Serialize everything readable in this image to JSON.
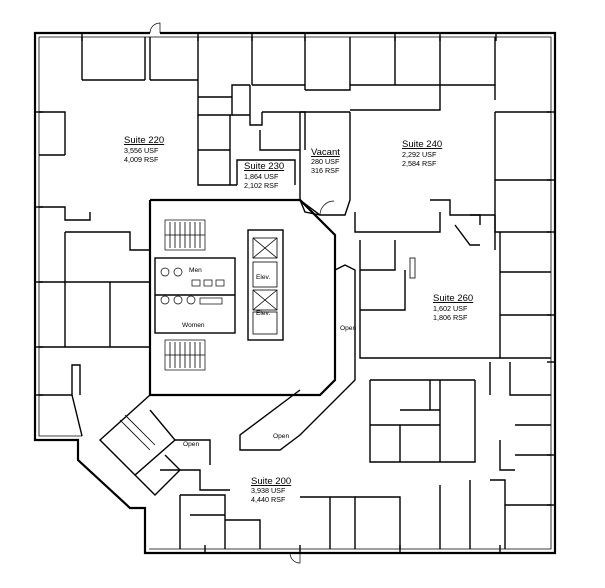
{
  "suites": [
    {
      "id": "220",
      "name": "Suite 220",
      "usf": "3,556 USF",
      "rsf": "4,009 RSF"
    },
    {
      "id": "230",
      "name": "Suite 230",
      "usf": "1,864 USF",
      "rsf": "2,102 RSF"
    },
    {
      "id": "vacant",
      "name": "Vacant",
      "usf": "280 USF",
      "rsf": "316 RSF"
    },
    {
      "id": "240",
      "name": "Suite 240",
      "usf": "2,292 USF",
      "rsf": "2,584 RSF"
    },
    {
      "id": "260",
      "name": "Suite 260",
      "usf": "1,602 USF",
      "rsf": "1,806 RSF"
    },
    {
      "id": "200",
      "name": "Suite 200",
      "usf": "3,938 USF",
      "rsf": "4,440 RSF"
    }
  ],
  "core_labels": {
    "men": "Men",
    "women": "Women",
    "elevator_1": "Elev.",
    "elevator_2": "Elev.",
    "open_east": "Open",
    "open_south": "Open",
    "open_southwest": "Open"
  }
}
